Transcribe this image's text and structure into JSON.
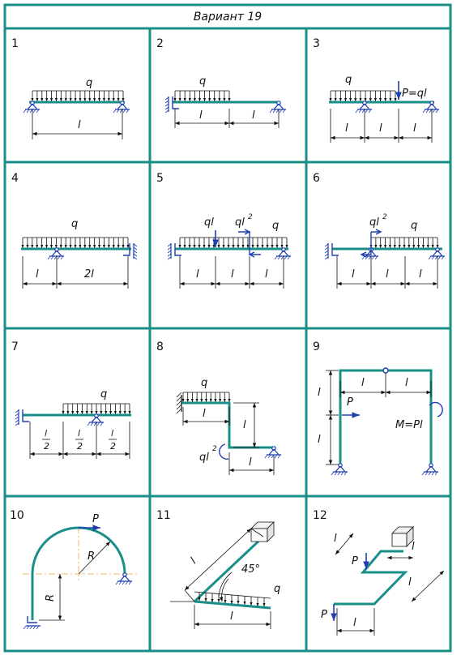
{
  "title": "Вариант 19",
  "colors": {
    "frame": "#1a8f8a",
    "beam": "#1a8f8a",
    "support": "#1f3fb0",
    "ink": "#111111"
  },
  "cells": [
    {
      "number": "1",
      "labels": {
        "q": "q",
        "l": "l"
      }
    },
    {
      "number": "2",
      "labels": {
        "q": "q",
        "l1": "l",
        "l2": "l"
      }
    },
    {
      "number": "3",
      "labels": {
        "q": "q",
        "P": "P=ql",
        "l1": "l",
        "l2": "l",
        "l3": "l"
      }
    },
    {
      "number": "4",
      "labels": {
        "q": "q",
        "l1": "l",
        "l2": "2l"
      }
    },
    {
      "number": "5",
      "labels": {
        "ql": "ql",
        "ql2": "ql",
        "sup2": "2",
        "q": "q",
        "l1": "l",
        "l2": "l",
        "l3": "l"
      }
    },
    {
      "number": "6",
      "labels": {
        "ql2": "ql",
        "sup2": "2",
        "q": "q",
        "l1": "l",
        "l2": "l",
        "l3": "l"
      }
    },
    {
      "number": "7",
      "labels": {
        "q": "q",
        "frac_num": "l",
        "frac_den": "2"
      }
    },
    {
      "number": "8",
      "labels": {
        "q": "q",
        "l1": "l",
        "l2": "l",
        "l3": "l",
        "ql2": "ql",
        "sup2": "2"
      }
    },
    {
      "number": "9",
      "labels": {
        "l1": "l",
        "l2": "l",
        "lv1": "l",
        "lv2": "l",
        "P": "P",
        "M": "M=Pl"
      }
    },
    {
      "number": "10",
      "labels": {
        "P": "P",
        "R1": "R",
        "R2": "R"
      }
    },
    {
      "number": "11",
      "labels": {
        "l1": "l",
        "angle": "45°",
        "q": "q",
        "l2": "l"
      }
    },
    {
      "number": "12",
      "labels": {
        "l1": "l",
        "l2": "l",
        "l3": "l",
        "P1": "P",
        "P2": "P",
        "l4": "l"
      }
    }
  ]
}
